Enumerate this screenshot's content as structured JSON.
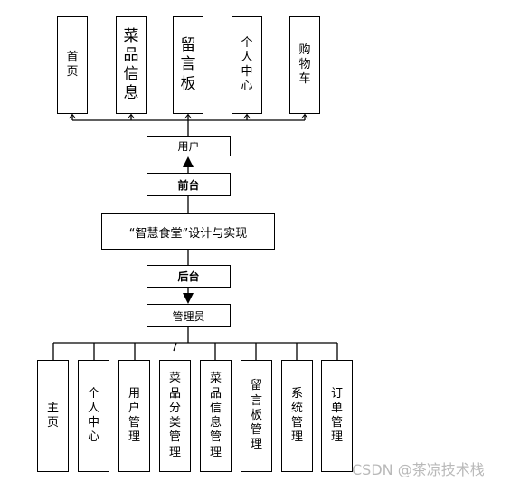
{
  "top_modules": [
    "首页",
    "菜品信息",
    "留言板",
    "个人中心",
    "购物车"
  ],
  "user_role": "用户",
  "frontend": "前台",
  "system_title": "“智慧食堂”设计与实现",
  "backend": "后台",
  "admin_role": "管理员",
  "bottom_modules": [
    "主页",
    "个人中心",
    "用户管理",
    "菜品分类管理",
    "菜品信息管理",
    "留言板管理",
    "系统管理",
    "订单管理"
  ],
  "watermark": "CSDN @茶凉技术栈"
}
